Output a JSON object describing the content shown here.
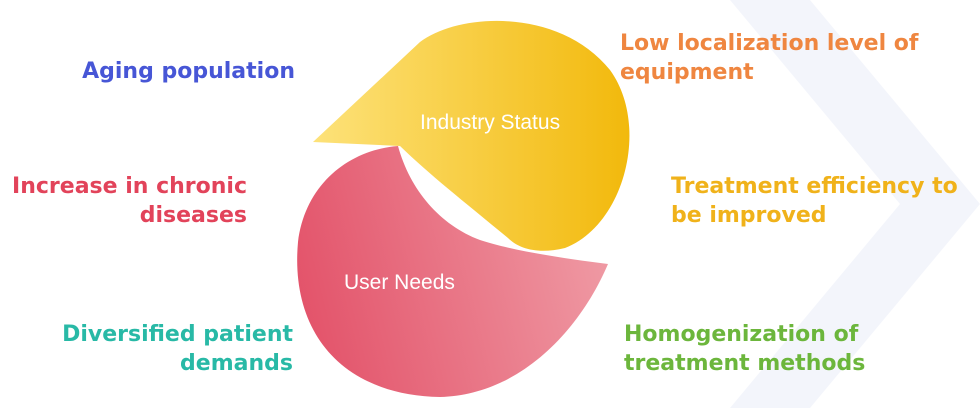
{
  "diagram": {
    "shapes": {
      "top": {
        "label": "Industry Status",
        "color_light": "#fde27a",
        "color_dark": "#f2b90c"
      },
      "bottom": {
        "label": "User Needs",
        "color_light": "#ef9aa4",
        "color_dark": "#e3536a"
      }
    },
    "left_items": [
      {
        "text": "Aging population",
        "color": "#4756d6"
      },
      {
        "text": "Increase in chronic\ndiseases",
        "color": "#e2435a"
      },
      {
        "text": "Diversified patient\ndemands",
        "color": "#28b9a6"
      }
    ],
    "right_items": [
      {
        "text": "Low localization level of\nequipment",
        "color": "#ef8640"
      },
      {
        "text": "Treatment efficiency to\nbe improved",
        "color": "#f0b21a"
      },
      {
        "text": "Homogenization of\ntreatment methods",
        "color": "#6cb63c"
      }
    ]
  }
}
